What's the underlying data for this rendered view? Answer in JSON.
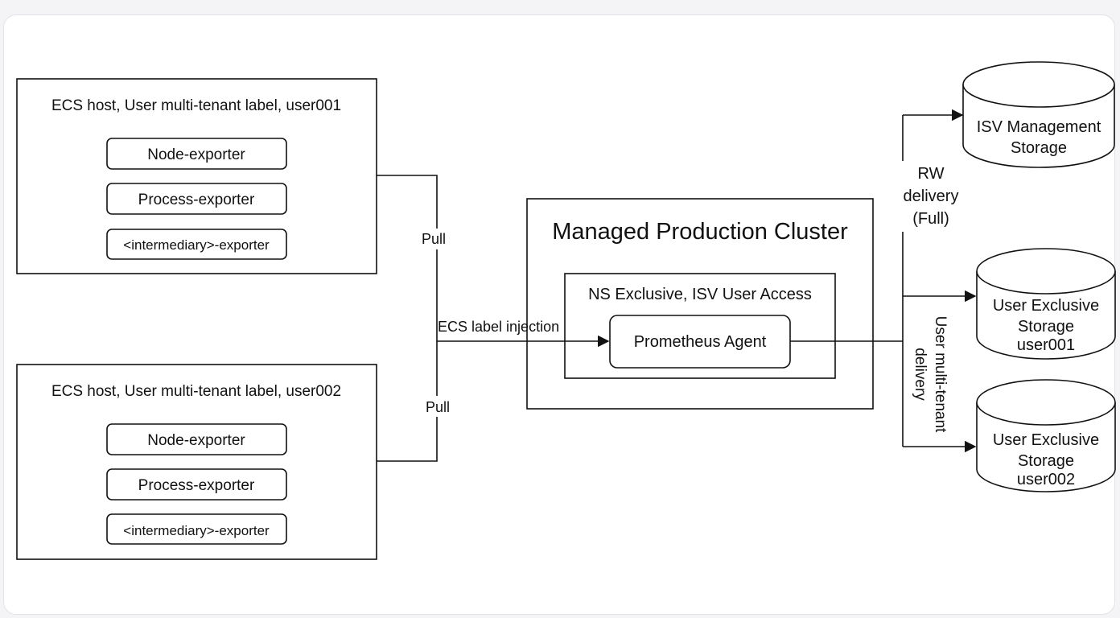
{
  "hosts": [
    {
      "title": "ECS host, User multi-tenant label, user001",
      "exporters": [
        "Node-exporter",
        "Process-exporter",
        "<intermediary>-exporter"
      ]
    },
    {
      "title": "ECS host, User multi-tenant label, user002",
      "exporters": [
        "Node-exporter",
        "Process-exporter",
        "<intermediary>-exporter"
      ]
    }
  ],
  "edges": {
    "pull_top": "Pull",
    "pull_bottom": "Pull",
    "injection": "ECS label injection",
    "rw_delivery": [
      "RW",
      "delivery",
      "(Full)"
    ],
    "multi_tenant_delivery": [
      "User multi-tenant",
      "delivery"
    ]
  },
  "cluster": {
    "title": "Managed Production Cluster",
    "namespace": "NS Exclusive, ISV User Access",
    "agent": "Prometheus Agent"
  },
  "storages": [
    {
      "lines": [
        "ISV Management",
        "Storage"
      ]
    },
    {
      "lines": [
        "User Exclusive",
        "Storage",
        "user001"
      ]
    },
    {
      "lines": [
        "User Exclusive",
        "Storage",
        "user002"
      ]
    }
  ]
}
